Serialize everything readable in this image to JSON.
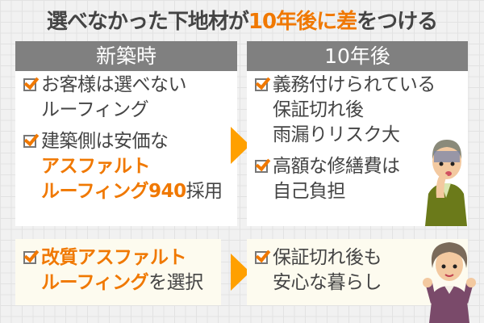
{
  "title": {
    "pre": "選べなかった下地材が",
    "highlight": "10年後に差",
    "post": "をつける"
  },
  "left_panel": {
    "header": "新築時",
    "items": [
      {
        "lines": [
          "お客様は選べない",
          "ルーフィング"
        ]
      },
      {
        "line1": "建築側は安価な",
        "orange1": "アスファルト",
        "orange2": "ルーフィング940",
        "tail": "採用"
      }
    ]
  },
  "right_panel": {
    "header": "10年後",
    "items": [
      {
        "lines": [
          "義務付けられている",
          "保証切れ後",
          "雨漏りリスク大"
        ]
      },
      {
        "lines": [
          "高額な修繕費は",
          "自己負担"
        ]
      }
    ]
  },
  "bottom_left": {
    "orange1": "改質アスファルト",
    "orange2": "ルーフィング",
    "tail": "を選択"
  },
  "bottom_right": {
    "lines": [
      "保証切れ後も",
      "安心な暮らし"
    ]
  },
  "colors": {
    "accent": "#f07800",
    "arrow": "#ffa000",
    "header_bg": "#808080",
    "cream": "#fdfbef"
  },
  "icons": {
    "check": "checkbox-checked-icon",
    "arrow": "triangle-right-icon"
  }
}
